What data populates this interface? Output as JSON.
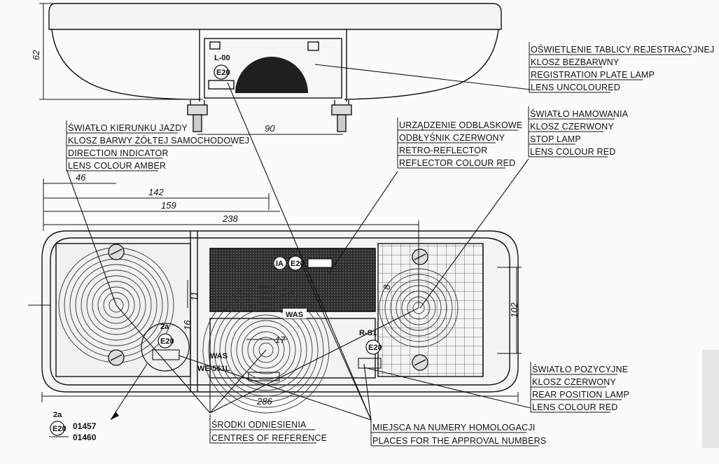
{
  "dimensions": {
    "d62": "62",
    "d90": "90",
    "d46": "46",
    "d142": "142",
    "d159": "159",
    "d238": "238",
    "d102": "102",
    "d286": "286",
    "d11": "11",
    "d17": "17",
    "d8": "8",
    "d16": "16"
  },
  "labels": {
    "plate_lamp": [
      "OŚWIETLENIE TABLICY REJESTRACYJNEJ",
      "KLOSZ BEZBARWNY",
      "REGISTRATION PLATE LAMP",
      "LENS UNCOLOURED"
    ],
    "direction": [
      "ŚWIATŁO KIERUNKU JAZDY",
      "KLOSZ BARWY ŻÓŁTEJ SAMOCHODOWEJ",
      "DIRECTION INDICATOR",
      "LENS COLOUR AMBER"
    ],
    "reflector": [
      "URZĄDZENIE ODBLASKOWE",
      "ODBŁYŚNIK CZERWONY",
      "RETRO-REFLECTOR",
      "REFLECTOR COLOUR RED"
    ],
    "stop": [
      "ŚWIATŁO HAMOWANIA",
      "KLOSZ CZERWONY",
      "STOP LAMP",
      "LENS COLOUR RED"
    ],
    "position": [
      "ŚWIATŁO POZYCYJNE",
      "KLOSZ CZERWONY",
      "REAR POSITION LAMP",
      "LENS COLOUR RED"
    ],
    "centres": [
      "ŚRODKI ODNIESIENIA",
      "CENTRES OF REFERENCE"
    ],
    "approval": [
      "MIEJSCA NA NUMERY HOMOLOGACJI",
      "PLACES FOR THE APPROVAL NUMBERS"
    ]
  },
  "markings": {
    "l00": "L-00",
    "e20": "E20",
    "ia": "IA",
    "was": "WAS",
    "was_we": "WAS",
    "we551": "WE-551L",
    "rs1": "R-S1",
    "m2a": "2a",
    "bottom_2a": "2a",
    "num1": "01457",
    "num2": "01460"
  }
}
